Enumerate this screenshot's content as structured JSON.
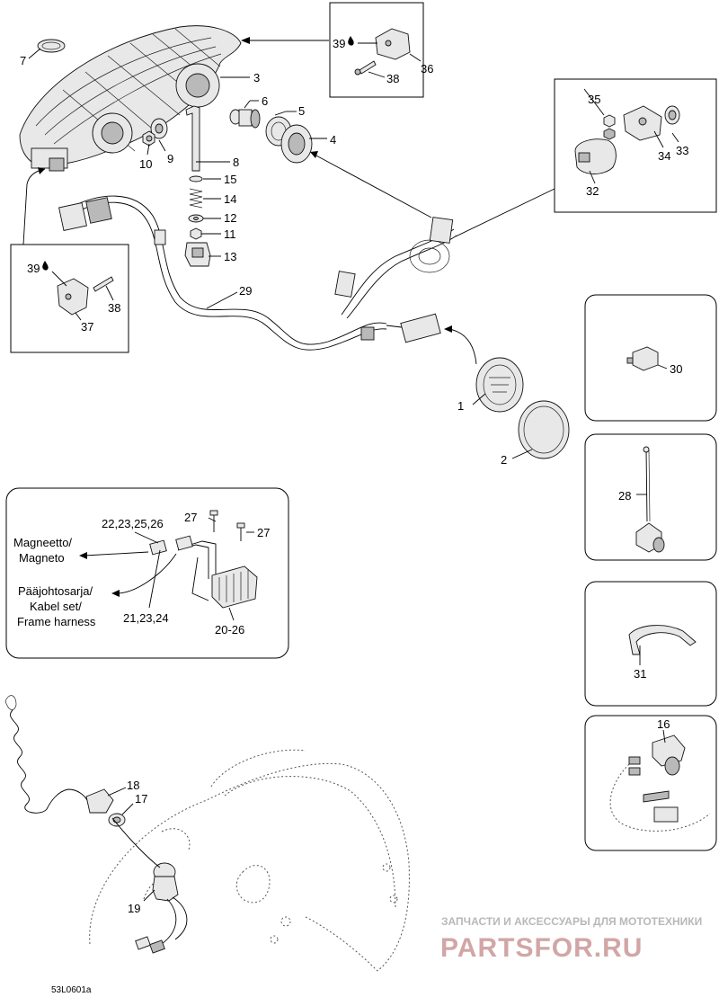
{
  "callouts": {
    "c1": "1",
    "c2": "2",
    "c3": "3",
    "c4": "4",
    "c5": "5",
    "c6": "6",
    "c7": "7",
    "c8": "8",
    "c9": "9",
    "c10": "10",
    "c11": "11",
    "c12": "12",
    "c13": "13",
    "c14": "14",
    "c15": "15",
    "c16": "16",
    "c17": "17",
    "c18": "18",
    "c19": "19",
    "c20_26": "20-26",
    "c21_23_24": "21,23,24",
    "c22_23_25_26": "22,23,25,26",
    "c27a": "27",
    "c27b": "27",
    "c28": "28",
    "c29": "29",
    "c30": "30",
    "c31": "31",
    "c32": "32",
    "c33": "33",
    "c34": "34",
    "c35": "35",
    "c36": "36",
    "c37": "37",
    "c38a": "38",
    "c38b": "38",
    "c39a": "39",
    "c39b": "39"
  },
  "inset_rectifier": {
    "magneto_line1": "Magneetto/",
    "magneto_line2": "Magneto",
    "harness_line1": "Pääjohtosarja/",
    "harness_line2": "Kabel set/",
    "harness_line3": "Frame harness"
  },
  "drawing_code": "53L0601a",
  "watermark": {
    "tagline": "ЗАПЧАСТИ И АКСЕССУАРЫ ДЛЯ МОТОТЕХНИКИ",
    "brand": "PARTSFOR.RU"
  },
  "colors": {
    "ink": "#000000",
    "watermark_brand": "#d2a6a6",
    "watermark_tag": "#b8b8b8"
  }
}
